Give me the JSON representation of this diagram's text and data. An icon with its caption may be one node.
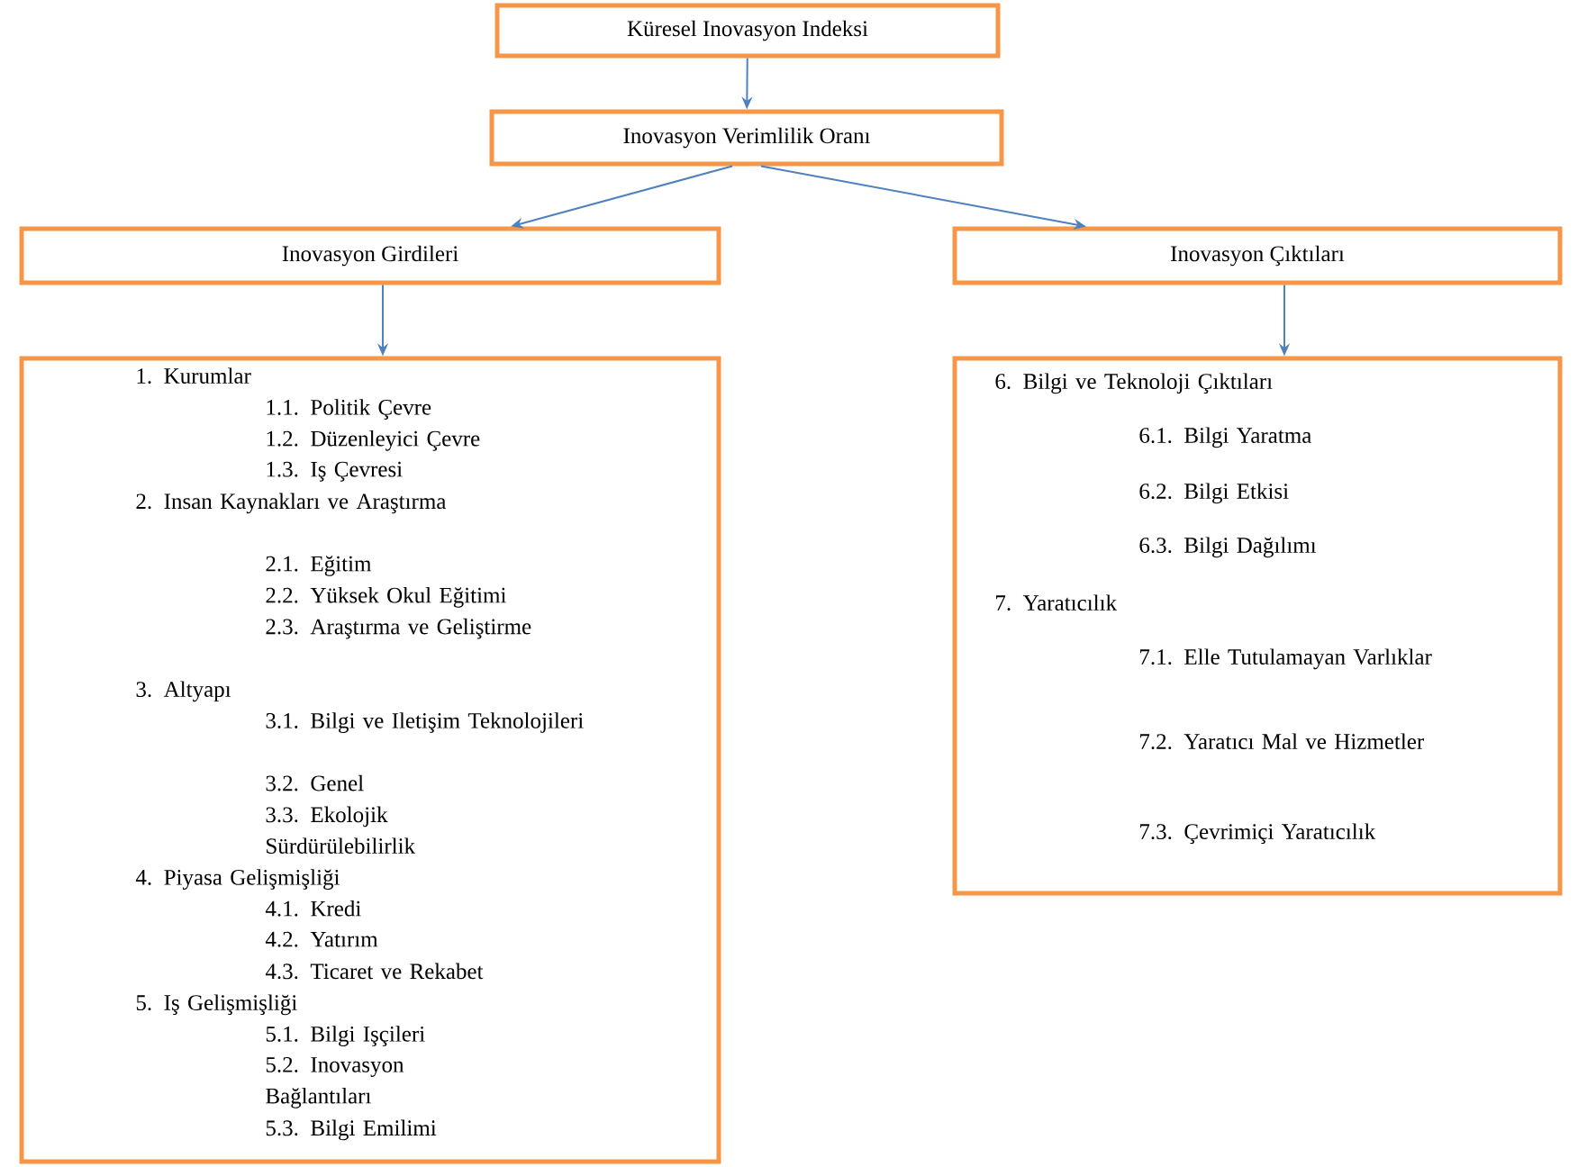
{
  "diagram": {
    "nodes": [
      {
        "text": [
          "Küresel Inovasyon Indeksi"
        ]
      },
      {
        "text": [
          "Inovasyon Verimlilik Oranı"
        ]
      },
      {
        "text": [
          "Inovasyon Girdileri"
        ]
      },
      {
        "text": [
          "Inovasyon Çıktıları"
        ]
      },
      {
        "text": [
          "1. Kurumlar",
          "1.1. Politik Çevre",
          "1.2. Düzenleyici Çevre",
          "1.3. Iş Çevresi",
          "2. Insan Kaynakları ve Araştırma",
          "2.1. Eğitim",
          "2.2. Yüksek Okul Eğitimi",
          "2.3. Araştırma ve Geliştirme",
          "3. Altyapı",
          "3.1. Bilgi ve Iletişim Teknolojileri",
          "3.2. Genel",
          "3.3. Ekolojik Sürdürülebilirlik",
          "4. Piyasa Gelişmişliği",
          "4.1. Kredi",
          "4.2. Yatırım",
          "4.3. Ticaret ve Rekabet",
          "5. Iş Gelişmişliği",
          "5.1. Bilgi Işçileri",
          "5.2. Inovasyon Bağlantıları",
          "5.3. Bilgi Emilimi"
        ]
      },
      {
        "text": [
          "6. Bilgi ve Teknoloji Çıktıları",
          "6.1. Bilgi Yaratma",
          "6.2. Bilgi Etkisi",
          "6.3. Bilgi Dağılımı",
          "7. Yaratıcılık",
          "7.1. Elle Tutulamayan Varlıklar",
          "7.2. Yaratıcı Mal ve Hizmetler",
          "7.3. Çevrimiçi Yaratıcılık"
        ]
      }
    ],
    "edges": [
      {
        "from": 0,
        "to": 1,
        "arrow": "to"
      },
      {
        "from": 1,
        "to": 2,
        "arrow": "to"
      },
      {
        "from": 1,
        "to": 3,
        "arrow": "to"
      },
      {
        "from": 2,
        "to": 4,
        "arrow": "to"
      },
      {
        "from": 3,
        "to": 5,
        "arrow": "to"
      }
    ]
  }
}
